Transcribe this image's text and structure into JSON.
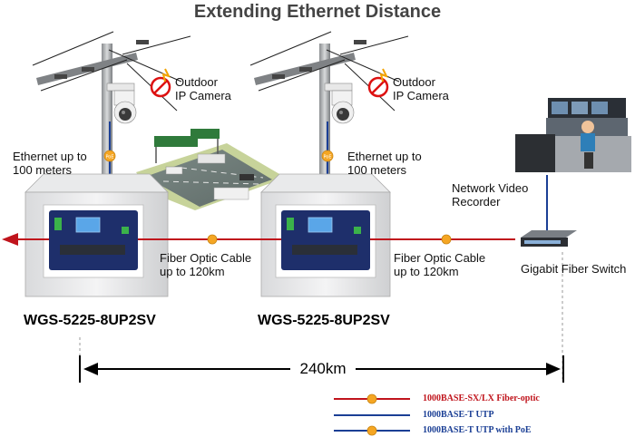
{
  "title": "Extending Ethernet Distance",
  "cameras": [
    {
      "label_line1": "Outdoor",
      "label_line2": "IP Camera"
    },
    {
      "label_line1": "Outdoor",
      "label_line2": "IP Camera"
    }
  ],
  "poe_badge": "PoE",
  "ethernet_notes": [
    {
      "line1": "Ethernet up to",
      "line2": "100 meters"
    },
    {
      "line1": "Ethernet up to",
      "line2": "100 meters"
    }
  ],
  "fiber_notes": [
    {
      "line1": "Fiber Optic Cable",
      "line2": "up to 120km"
    },
    {
      "line1": "Fiber Optic Cable",
      "line2": "up to 120km"
    }
  ],
  "switches": [
    {
      "model": "WGS-5225-8UP2SV"
    },
    {
      "model": "WGS-5225-8UP2SV"
    }
  ],
  "nvr": {
    "line1": "Network Video",
    "line2": "Recorder"
  },
  "core_switch": {
    "label": "Gigabit Fiber Switch"
  },
  "distance": "240km",
  "legend": [
    {
      "label": "1000BASE-SX/LX Fiber-optic",
      "color": "#c0141c"
    },
    {
      "label": "1000BASE-T UTP",
      "color": "#1b3f95"
    },
    {
      "label": "1000BASE-T UTP with PoE",
      "color": "#1b3f95"
    }
  ],
  "colors": {
    "fiber": "#c0141c",
    "utp": "#1b3f95",
    "poe": "#f5a623"
  }
}
